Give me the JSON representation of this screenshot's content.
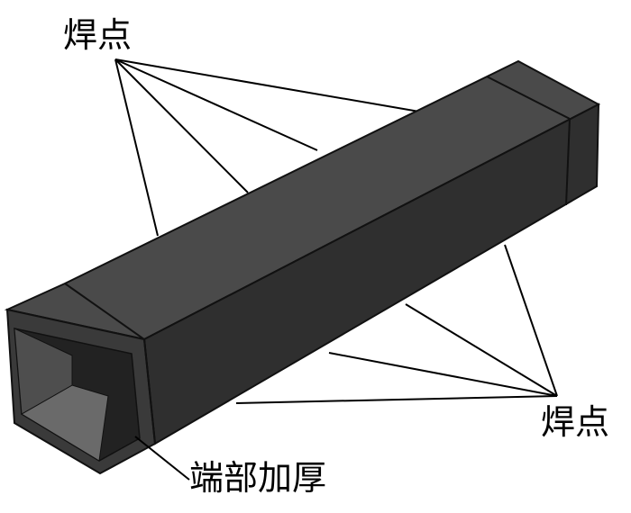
{
  "labels": {
    "weld_points_top": "焊点",
    "weld_points_bottom": "焊点",
    "end_thickening": "端部加厚"
  },
  "colors": {
    "beam_top": "#4a4a4a",
    "beam_front": "#2f2f2f",
    "beam_side": "#3a3a3a",
    "beam_inner": "#5e5e5e",
    "edge": "#111111",
    "leader": "#000000"
  }
}
